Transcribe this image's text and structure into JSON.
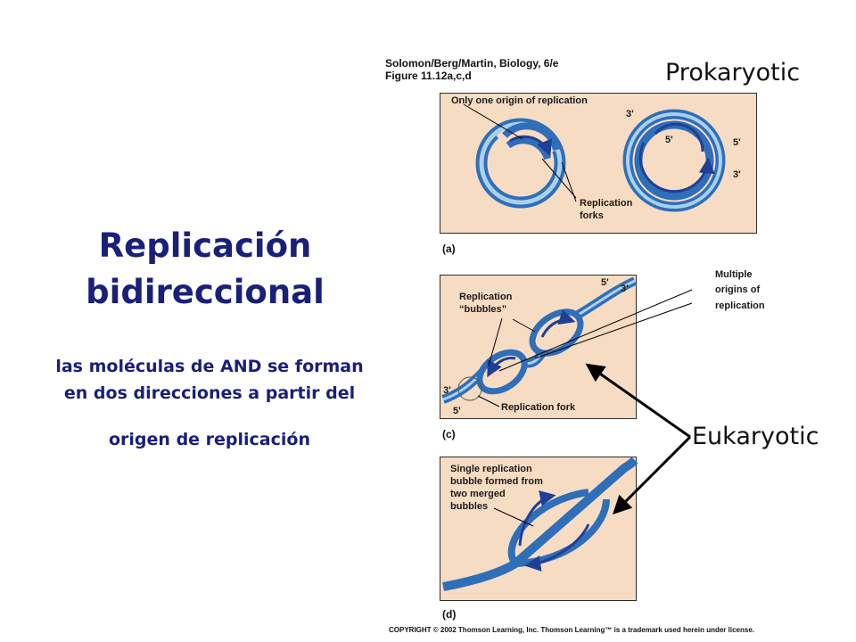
{
  "slide": {
    "title_line1": "Replicación",
    "title_line2": "bidireccional",
    "subtitle_line1": "las moléculas de AND se forman",
    "subtitle_line2": "en dos direcciones a partir del",
    "subtitle_line3": "origen de replicación"
  },
  "figure": {
    "credit_line1": "Solomon/Berg/Martin, Biology, 6/e",
    "credit_line2": "Figure 11.12a,c,d",
    "prokaryotic_label": "Prokaryotic",
    "eukaryotic_label": "Eukaryotic",
    "copyright": "COPYRIGHT © 2002 Thomson Learning, Inc. Thomson Learning™ is a trademark used herein under license.",
    "panel_a": {
      "letter": "(a)",
      "origin_note": "Only one origin of replication",
      "forks_label_1": "Replication",
      "forks_label_2": "forks",
      "end_3prime_top": "3'",
      "end_5prime_inner": "5'",
      "end_5prime_right": "5'",
      "end_3prime_right": "3'"
    },
    "panel_c": {
      "letter": "(c)",
      "multiple_origins_1": "Multiple",
      "multiple_origins_2": "origins of",
      "multiple_origins_3": "replication",
      "bubbles_label_1": "Replication",
      "bubbles_label_2": "“bubbles”",
      "fork_label": "Replication fork",
      "end_5prime_top": "5'",
      "end_3prime_top": "3'",
      "end_3prime_left": "3'",
      "end_5prime_left": "5'"
    },
    "panel_d": {
      "letter": "(d)",
      "merged_label_1": "Single replication",
      "merged_label_2": "bubble formed from",
      "merged_label_3": "two merged",
      "merged_label_4": "bubbles"
    },
    "colors": {
      "title_text": "#1a1f7a",
      "panel_background": "#f7dcc4",
      "dna_blue": "#3b78c4",
      "dna_light": "#a9d0ee",
      "new_strand": "#1f3f95"
    }
  }
}
